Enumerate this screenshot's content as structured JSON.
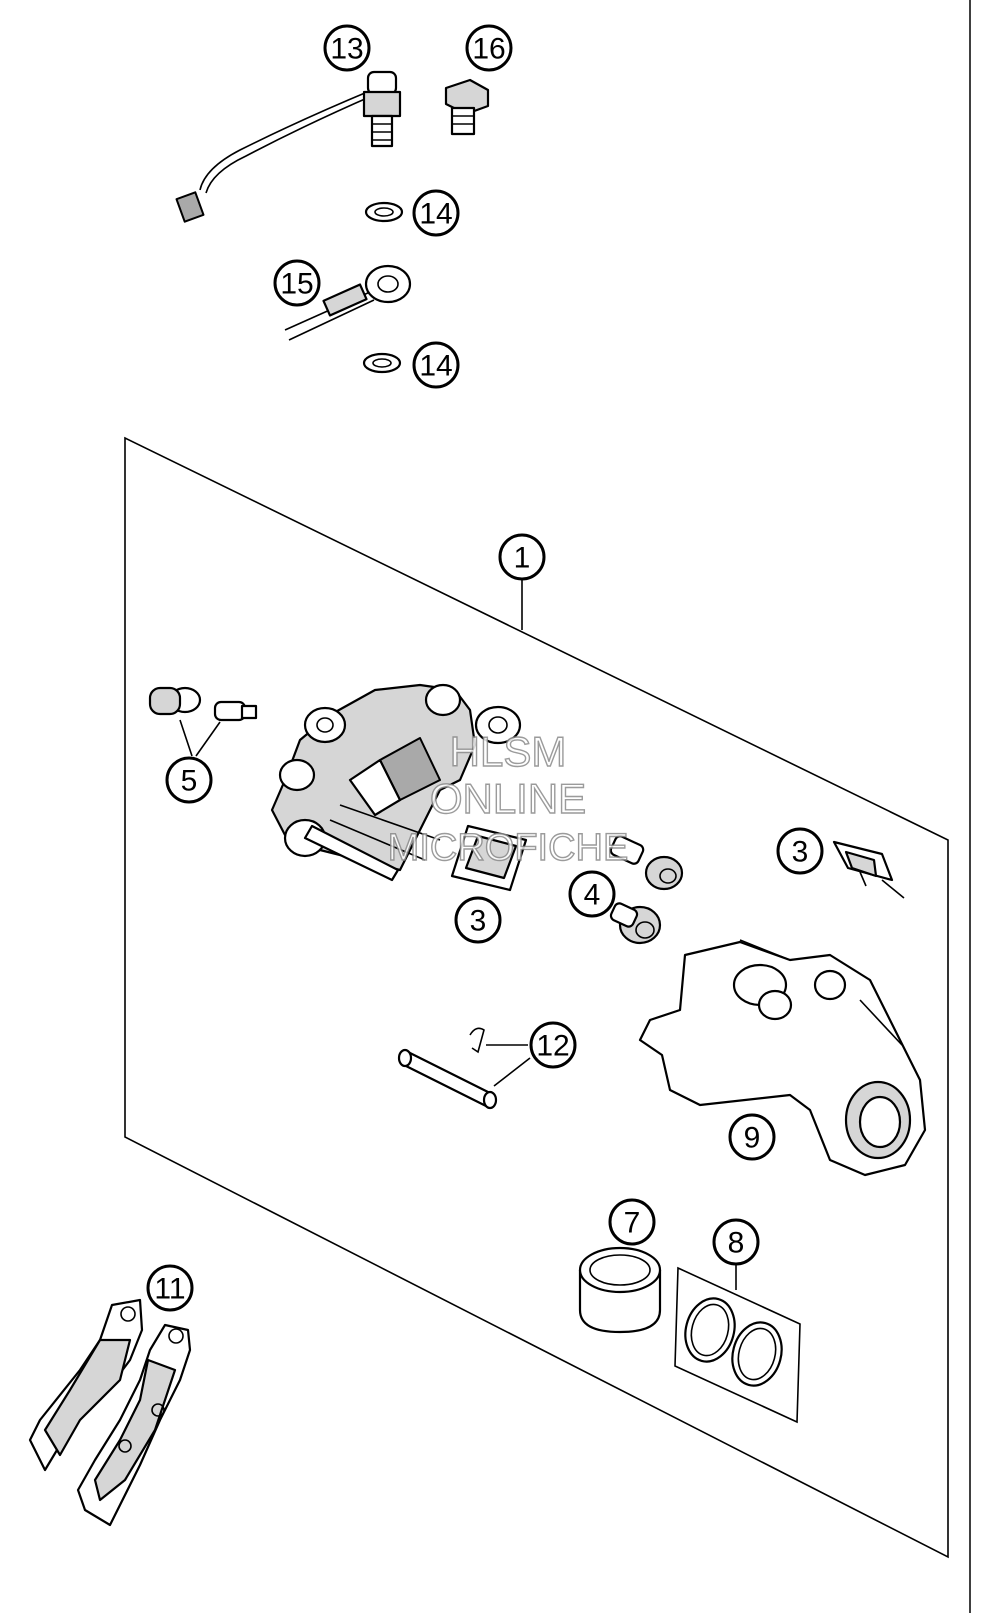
{
  "callouts": {
    "c13": "13",
    "c16": "16",
    "c14a": "14",
    "c15": "15",
    "c14b": "14",
    "c1": "1",
    "c5": "5",
    "c3a": "3",
    "c3b": "3",
    "c4": "4",
    "c12": "12",
    "c9": "9",
    "c7": "7",
    "c8": "8",
    "c11": "11"
  },
  "watermark": {
    "line1": "HLSM",
    "line2": "ONLINE",
    "line3": "MICROFICHE"
  }
}
